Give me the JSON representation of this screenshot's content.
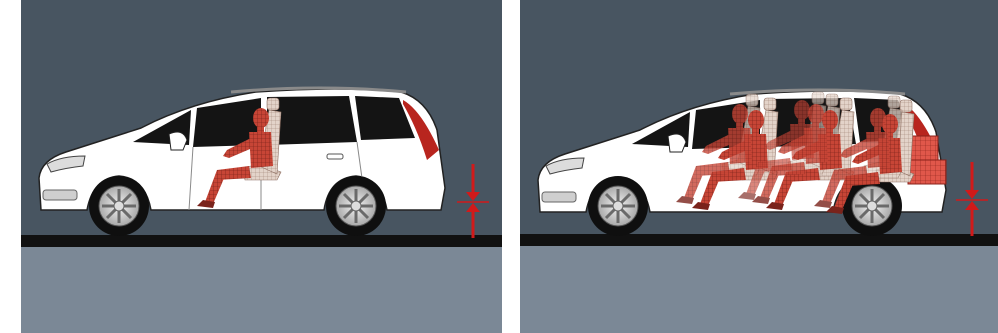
{
  "panels": [
    {
      "id": "driver-only",
      "occupants": 1,
      "load": "none",
      "indicator": "suspension-height-arrows"
    },
    {
      "id": "fully-loaded",
      "occupants": 7,
      "load": "luggage-boxes",
      "indicator": "suspension-height-arrows"
    }
  ],
  "colors": {
    "sky": "#485561",
    "ground": "#7b8896",
    "road": "#111111",
    "car_body": "#ffffff",
    "car_outline": "#222222",
    "glass": "#141414",
    "dummy": "#c74536",
    "dummy_grid": "#6e1d16",
    "seat": "#e3d3c9",
    "arrow": "#d11a1a"
  },
  "icons": [
    "car-icon",
    "crash-dummy-icon",
    "seat-icon",
    "luggage-icon",
    "height-arrow-icon"
  ]
}
